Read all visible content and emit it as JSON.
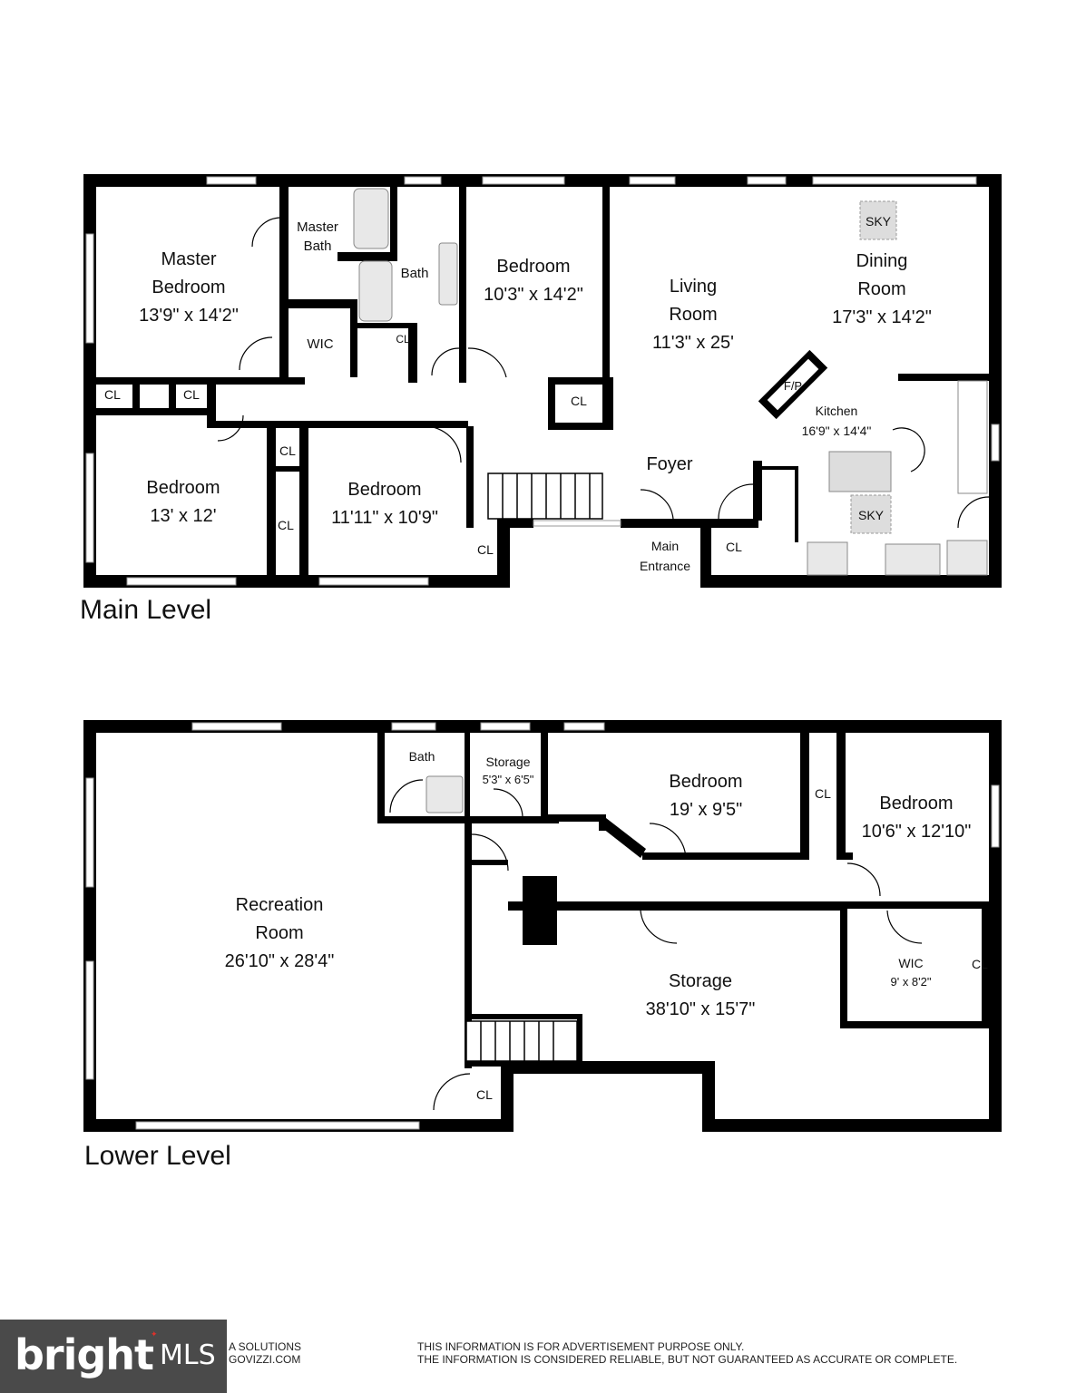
{
  "levels": {
    "main": "Main Level",
    "lower": "Lower Level"
  },
  "main_rooms": {
    "master_bedroom": {
      "line1": "Master",
      "line2": "Bedroom",
      "dim": "13'9\" x 14'2\""
    },
    "master_bath": {
      "line1": "Master",
      "line2": "Bath"
    },
    "bath": "Bath",
    "wic": "WIC",
    "bedroom_top": {
      "name": "Bedroom",
      "dim": "10'3\" x 14'2\""
    },
    "living": {
      "line1": "Living",
      "line2": "Room",
      "dim": "11'3\" x 25'"
    },
    "dining": {
      "line1": "Dining",
      "line2": "Room",
      "dim": "17'3\" x 14'2\""
    },
    "sky1": "SKY",
    "sky2": "SKY",
    "fireplace": "F/P",
    "kitchen": {
      "name": "Kitchen",
      "dim": "16'9\" x 14'4\""
    },
    "foyer": "Foyer",
    "entrance": {
      "line1": "Main",
      "line2": "Entrance"
    },
    "bedroom_left": {
      "name": "Bedroom",
      "dim": "13' x 12'"
    },
    "bedroom_mid": {
      "name": "Bedroom",
      "dim": "11'11\" x 10'9\""
    },
    "closets": [
      "CL",
      "CL",
      "CL",
      "CL",
      "CL",
      "CL",
      "CL",
      "CL"
    ]
  },
  "lower_rooms": {
    "recreation": {
      "line1": "Recreation",
      "line2": "Room",
      "dim": "26'10\" x 28'4\""
    },
    "bath": "Bath",
    "storage_small": {
      "name": "Storage",
      "dim": "5'3\" x 6'5\""
    },
    "bedroom_a": {
      "name": "Bedroom",
      "dim": "19' x 9'5\""
    },
    "bedroom_b": {
      "name": "Bedroom",
      "dim": "10'6\" x 12'10\""
    },
    "storage_big": {
      "name": "Storage",
      "dim": "38'10\" x 15'7\""
    },
    "wic": {
      "name": "WIC",
      "dim": "9' x 8'2\""
    },
    "closets": [
      "CL",
      "CL",
      "CL"
    ]
  },
  "watermark": {
    "brand": "bright",
    "mls": "MLS"
  },
  "footer": {
    "left_line1": "A SOLUTIONS",
    "left_line2": "GOVIZZI.COM",
    "right_line1": "THIS INFORMATION IS FOR ADVERTISEMENT PURPOSE ONLY.",
    "right_line2": "THE INFORMATION IS CONSIDERED RELIABLE, BUT NOT GUARANTEED AS ACCURATE OR COMPLETE."
  },
  "colors": {
    "wall": "#000000",
    "background": "#ffffff",
    "watermark_bg": "#4a4a4a",
    "watermark_accent": "#e0312b"
  }
}
